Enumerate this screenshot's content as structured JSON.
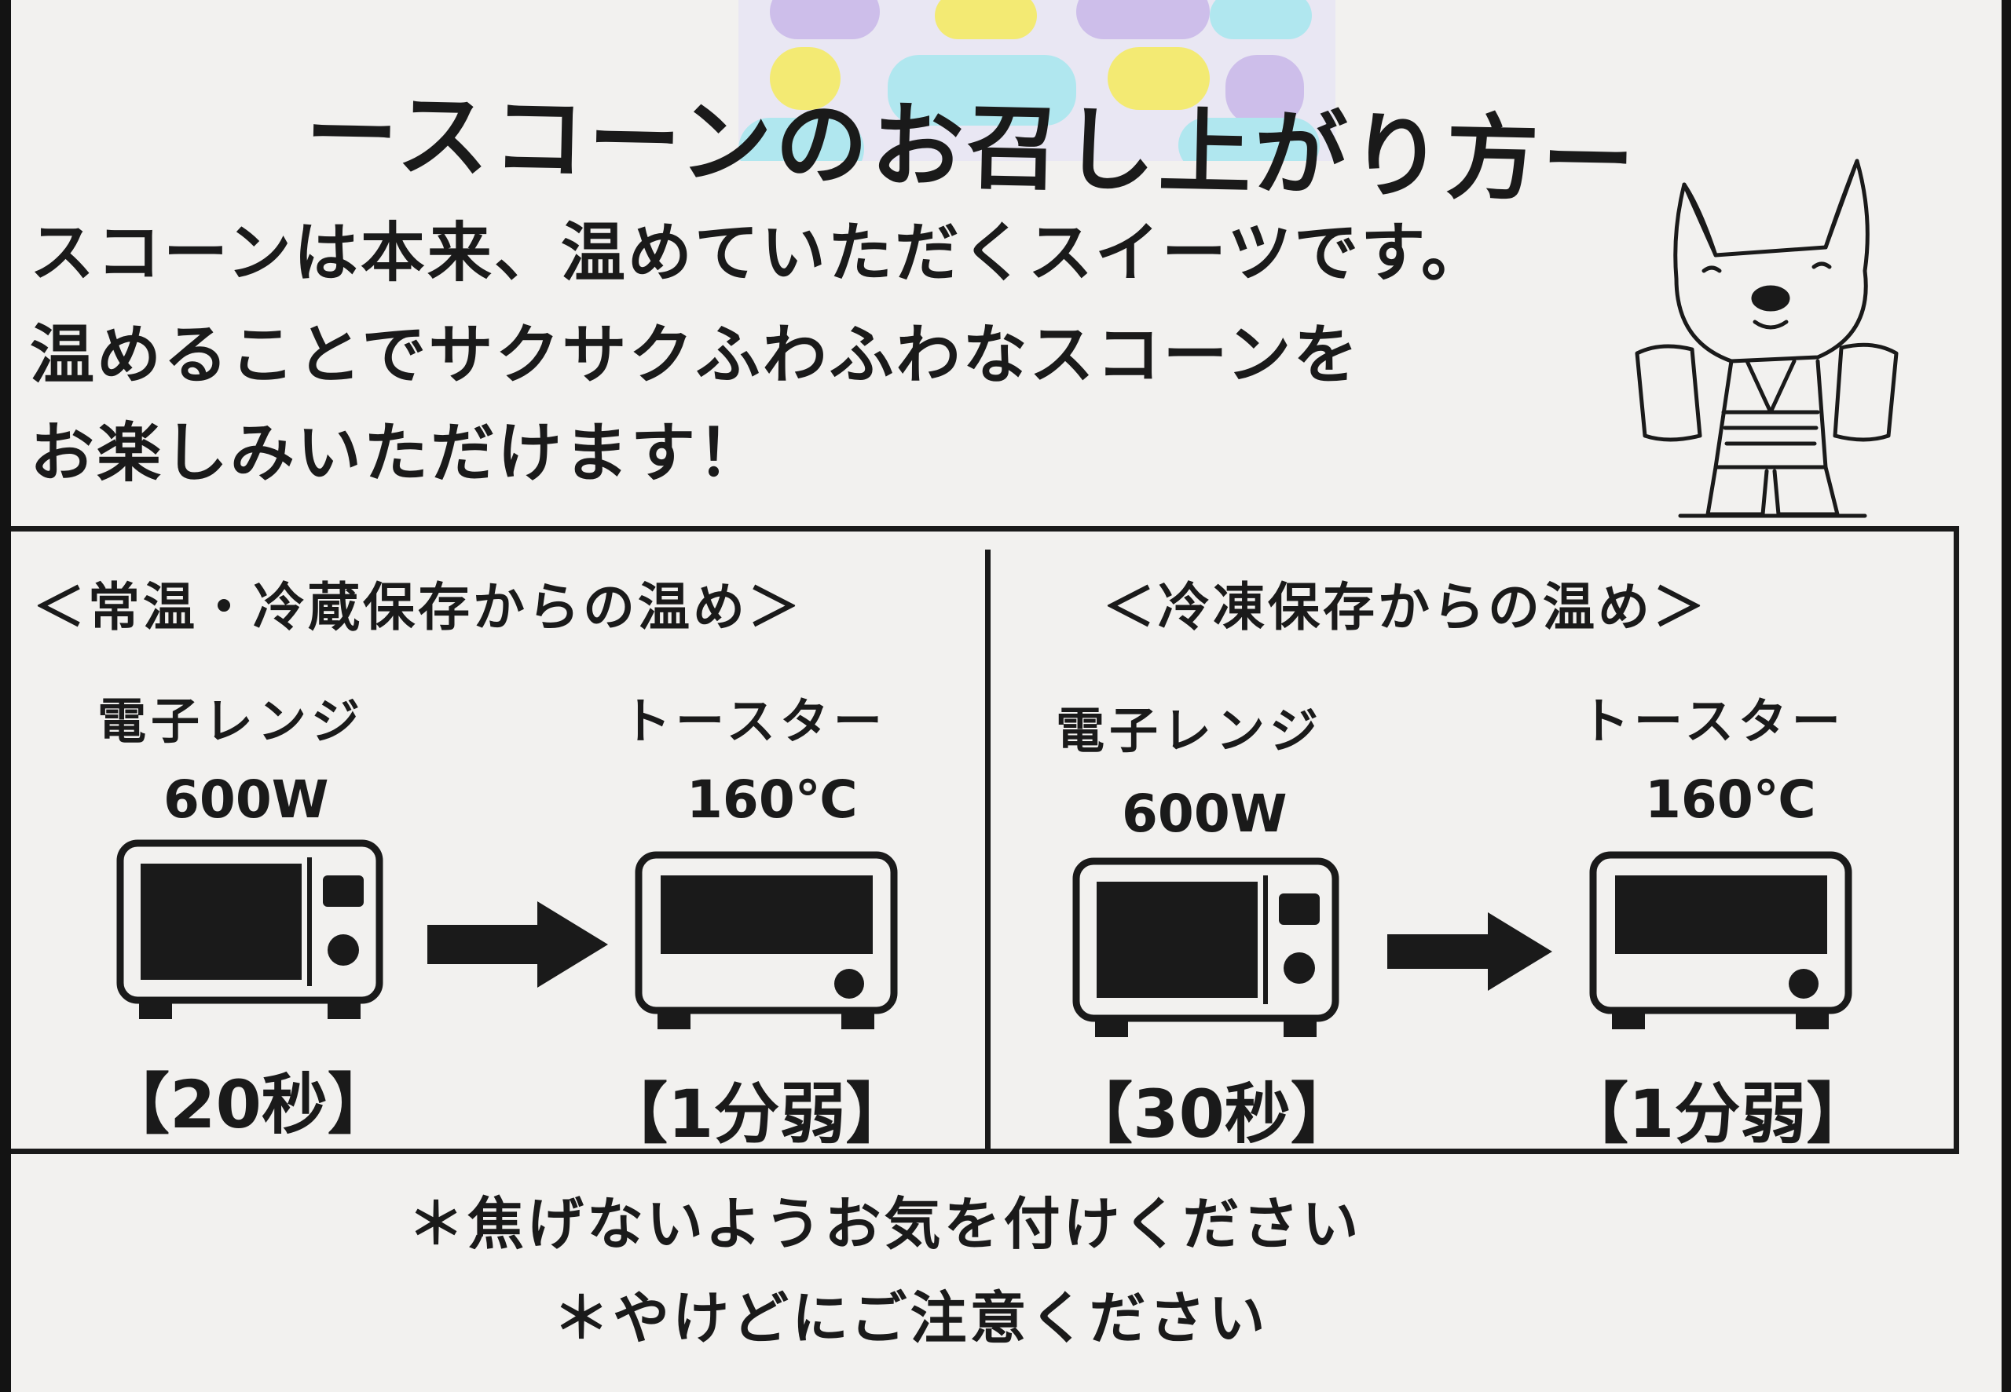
{
  "title": "ースコーンのお召し上がり方ー",
  "intro": [
    "スコーンは本来、温めていただくスイーツです。",
    "温めることでサクサクふわふわなスコーンを",
    "お楽しみいただけます！"
  ],
  "sections": [
    {
      "heading": "＜常温・冷蔵保存からの温め＞",
      "microwave": {
        "label": "電子レンジ",
        "setting": "600W",
        "time": "【20秒】"
      },
      "toaster": {
        "label": "トースター",
        "setting": "160℃",
        "time": "【1分弱】"
      }
    },
    {
      "heading": "＜冷凍保存からの温め＞",
      "microwave": {
        "label": "電子レンジ",
        "setting": "600W",
        "time": "【30秒】"
      },
      "toaster": {
        "label": "トースター",
        "setting": "160℃",
        "time": "【1分弱】"
      }
    }
  ],
  "notes": [
    "＊焦げないようお気を付けください",
    "＊やけどにご注意ください"
  ],
  "colors": {
    "ink": "#1a1a1a",
    "paper": "#f2f1ef",
    "tape": "#e8e6f4"
  },
  "icons": [
    "microwave-icon",
    "arrow-right-icon",
    "toaster-icon",
    "dog-illustration-icon"
  ]
}
